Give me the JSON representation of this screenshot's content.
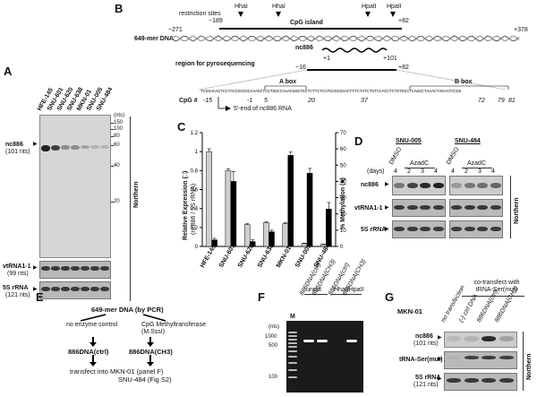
{
  "panels": {
    "a": "A",
    "b": "B",
    "c": "C",
    "d": "D",
    "e": "E",
    "f": "F",
    "g": "G"
  },
  "panel_b": {
    "restriction_sites": "restriction sites",
    "enzymes": [
      "HhaI",
      "HhaI",
      "HpaII",
      "HpaII"
    ],
    "pos_m271": "−271",
    "pos_m189": "−189",
    "pos_p82": "+82",
    "pos_p378": "+378",
    "cpg_island": "CpG island",
    "dna_label": "649-mer DNA",
    "nc886": "nc886",
    "nc886_start": "+1",
    "nc886_end": "+101",
    "pyro_region": "region for pyrosequencing",
    "pyro_start": "−16",
    "pyro_end": "+82",
    "a_box": "A box",
    "b_box": "B box",
    "sequence": "TCGGACACTCCTACCGCGGCAAAGCTCGTGGCCAAACGGGTGCTCTTCTCATGCGCGGACTTTCTATCTGTCCACCTCTGTGCCTCAGGCTAAACTAGAATCCGG",
    "cpg_hash": "CpG #",
    "cpg_numbers": [
      "-15",
      "-1",
      "5",
      "20",
      "37",
      "72",
      "79",
      "81"
    ],
    "five_prime": "5'-end of nc886 RNA"
  },
  "panel_a": {
    "lanes": [
      "HFE-145",
      "SNU-601",
      "SNU-620",
      "SNU-638",
      "MKN-01",
      "SNU-005",
      "SNU-484"
    ],
    "nts": "(nts)",
    "markers": [
      "150",
      "100",
      "80",
      "60",
      "40",
      "20"
    ],
    "rows": [
      {
        "name": "nc886",
        "size": "(101 nts)"
      },
      {
        "name": "vtRNA1-1",
        "size": "(99 nts)"
      },
      {
        "name": "5S rRNA",
        "size": "(121 nts)"
      }
    ],
    "northern": "Northern",
    "nc886_level": [
      1.0,
      0.8,
      0.3,
      0.3,
      0.15,
      0.05,
      0.05
    ]
  },
  "chart_data": {
    "type": "bar",
    "categories": [
      "HFE-145",
      "SNU-601",
      "SNU-620",
      "SNU-638",
      "MKN-01",
      "SNU-005",
      "SNU-484"
    ],
    "series": [
      {
        "values": [
          1.0,
          0.8,
          0.23,
          0.25,
          0.24,
          0.03,
          0.02
        ],
        "error": [
          0.03,
          0.02,
          0.01,
          0.01,
          0.01,
          0.005,
          0.005
        ],
        "color": "#cfcfcf",
        "axis": "left"
      },
      {
        "values": [
          4,
          40,
          3,
          9,
          56,
          45,
          23
        ],
        "error": [
          1,
          6,
          1,
          1,
          2,
          3,
          4
        ],
        "color": "#000000",
        "axis": "right"
      }
    ],
    "ylabel_left": "Relative Expression (□)",
    "ylabel_left_sub": "(nc886 / 5S rRNA)",
    "ylim_left": [
      0,
      1.2
    ],
    "yticks_left": [
      "0",
      "0.2",
      "0.4",
      "0.6",
      "0.8",
      "1",
      "1.2"
    ],
    "ylabel_right": "% Methylation (■)",
    "ylim_right": [
      0,
      70
    ],
    "yticks_right": [
      "0",
      "10",
      "20",
      "30",
      "40",
      "50",
      "60",
      "70"
    ]
  },
  "panel_d": {
    "groups": [
      "SNU-005",
      "SNU-484"
    ],
    "treatments": [
      "DMSO",
      "AzadC"
    ],
    "days_label": "(days)",
    "days": [
      "4",
      "2",
      "3",
      "4",
      "4",
      "2",
      "3",
      "4"
    ],
    "rows": [
      "nc886",
      "vtRNA1-1",
      "5S rRNA"
    ],
    "northern": "Northern"
  },
  "panel_e": {
    "top": "649-mer DNA (by PCR)",
    "left_branch": "no enzyme control",
    "right_branch": "CpG Methyltransferase (M.SssI)",
    "left_product": "886DNA(ctrl)",
    "right_product": "886DNA(CH3)",
    "transfect": "transfect into MKN-01 (panel F)",
    "snu": "SNU-484 (Fig S2)"
  },
  "panel_f": {
    "groups": [
      "uncut",
      "HhaI/HpaII"
    ],
    "lanes": [
      "M",
      "886DNA(ctrl)",
      "886DNA(CH3)",
      "886DNA(ctrl)",
      "886DNA(CH3)"
    ],
    "nts": "(nts)",
    "markers": [
      "1000",
      "500",
      "100"
    ]
  },
  "panel_g": {
    "cell": "MKN-01",
    "cotransfect": "co-transfect with tRNA-Ser(mut)",
    "lanes": [
      "no transfection",
      "(-) ctrl DNA",
      "886DNA(ctrl)",
      "886DNA(CH3)"
    ],
    "rows": [
      {
        "name": "nc886",
        "size": "(101 nts)"
      },
      {
        "name": "tRNA-Ser(mut)",
        "size": ""
      },
      {
        "name": "5S rRNA",
        "size": "(121 nts)"
      }
    ],
    "northern": "Northern"
  }
}
